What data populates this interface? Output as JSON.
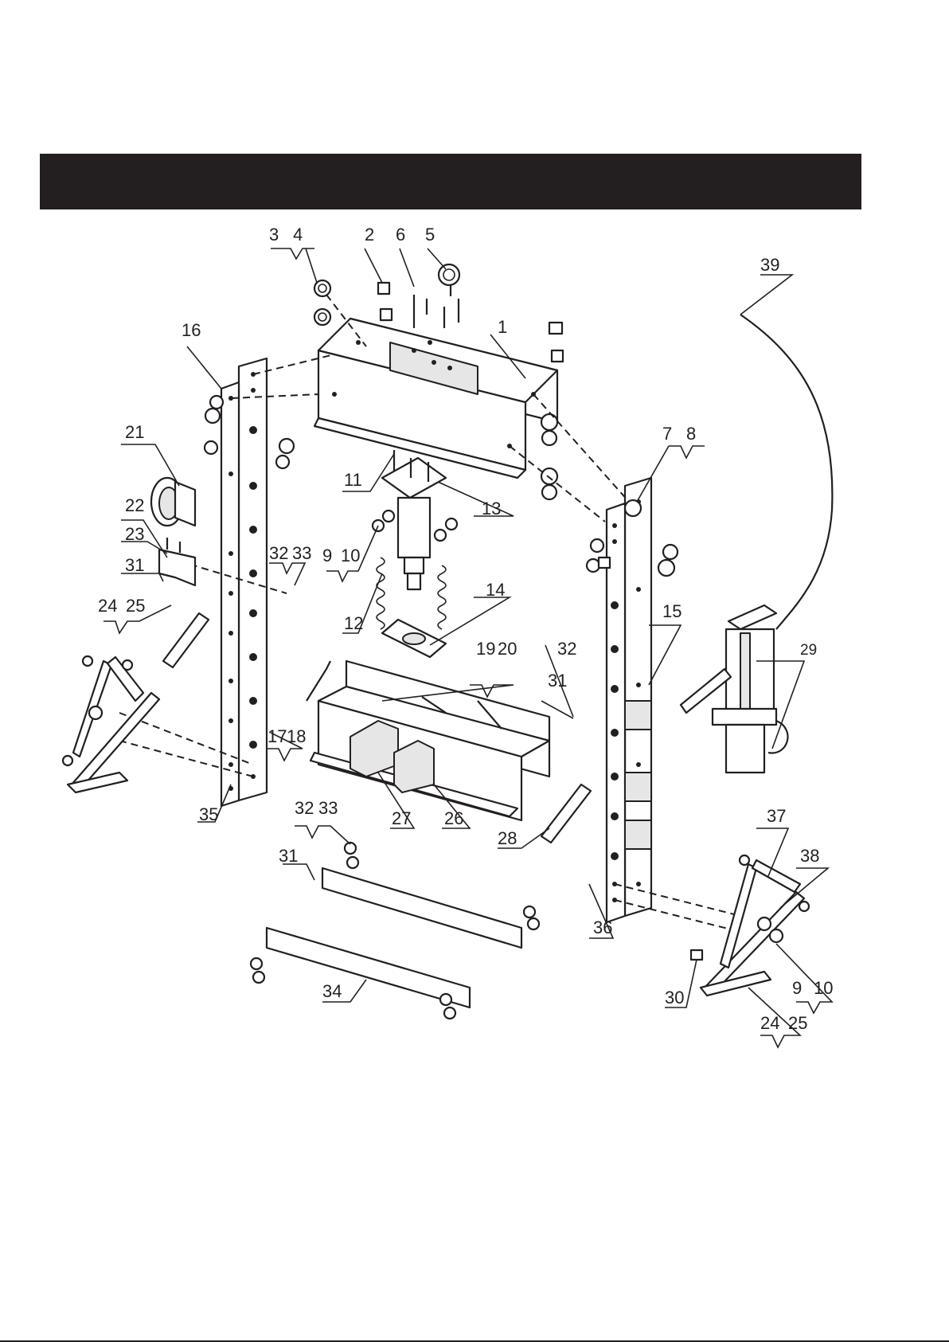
{
  "header_bar": {
    "color": "#231f20"
  },
  "callouts": [
    "1",
    "2",
    "3",
    "4",
    "5",
    "6",
    "7",
    "8",
    "9",
    "10",
    "11",
    "12",
    "13",
    "14",
    "15",
    "16",
    "17",
    "18",
    "19",
    "20",
    "21",
    "22",
    "23",
    "24",
    "25",
    "26",
    "27",
    "28",
    "29",
    "30",
    "31",
    "32",
    "33",
    "34",
    "35",
    "36",
    "37",
    "38",
    "39"
  ]
}
